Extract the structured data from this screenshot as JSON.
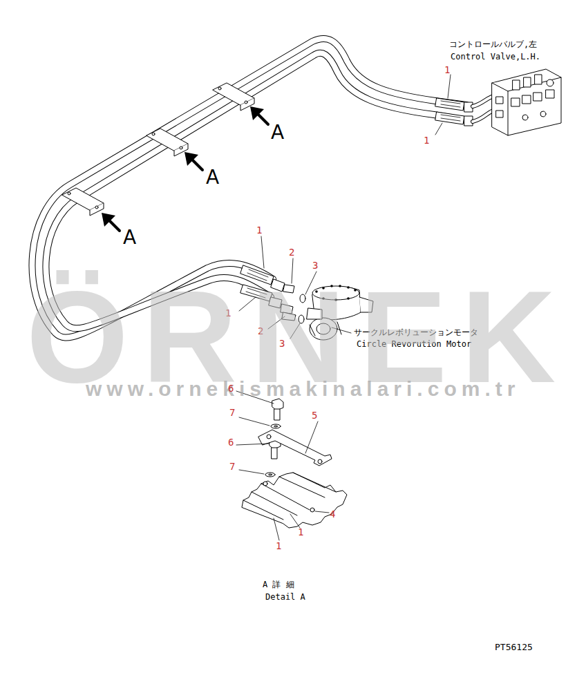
{
  "diagram": {
    "labels": [
      "コントロールバルブ,左",
      "Control Valve,L.H.",
      "1",
      "1",
      "A",
      "A",
      "A",
      "1",
      "2",
      "3",
      "1",
      "2",
      "3",
      "サークルレボリューションモータ",
      "Circle Revorution Motor",
      "ÖRNEK",
      "www.ornekismakinalari.com.tr",
      "6",
      "7",
      "5",
      "6",
      "7",
      "4",
      "1",
      "1",
      "A 詳 細",
      "Detail A",
      "PT56125"
    ]
  }
}
